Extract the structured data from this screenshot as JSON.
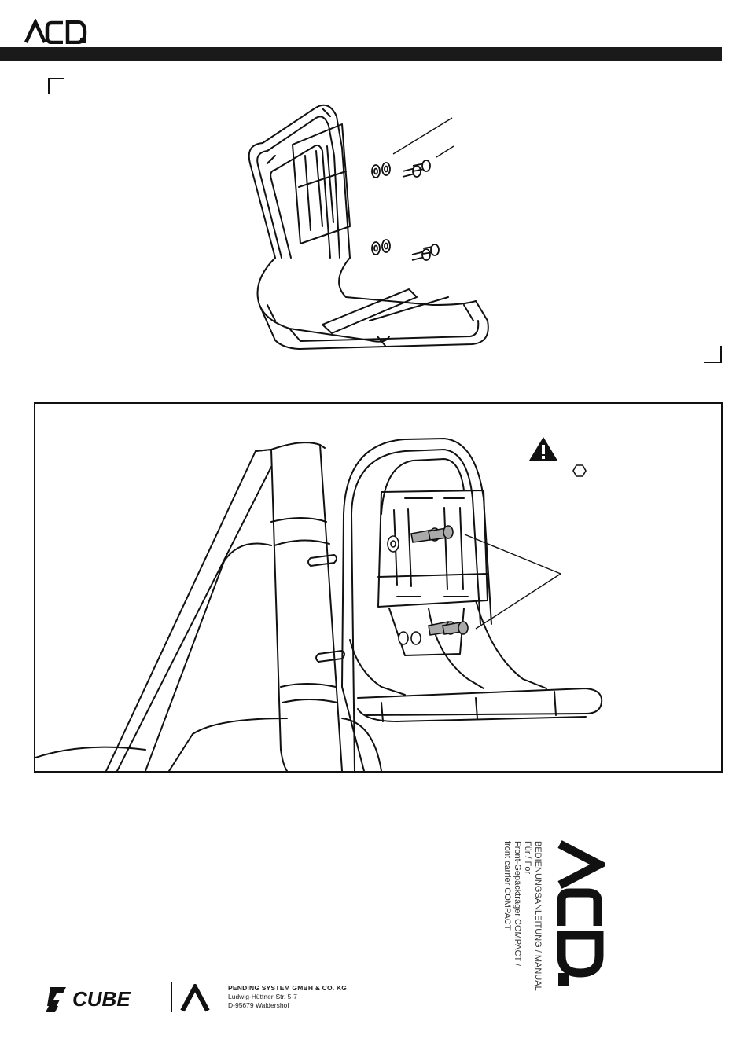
{
  "header": {
    "brand": "ACID"
  },
  "cover": {
    "title_lines": [
      "BEDIENUNGSANLEITUNG / MANUAL",
      "Für / For",
      "Front-Gepäckträger COMPACT /",
      "front carrier COMPACT"
    ],
    "brand": "ACID"
  },
  "footer": {
    "brand_cube": "CUBE",
    "company_name": "PENDING SYSTEM GMBH & CO. KG",
    "street": "Ludwig-Hüttner-Str. 5-7",
    "city": "D-95679 Waldershof"
  },
  "icons": {
    "warning": "warning-triangle-icon",
    "tool": "hex-key-icon"
  },
  "colors": {
    "ink": "#111111",
    "bar": "#1a1a1a",
    "screw_fill": "#aaaaaa"
  }
}
